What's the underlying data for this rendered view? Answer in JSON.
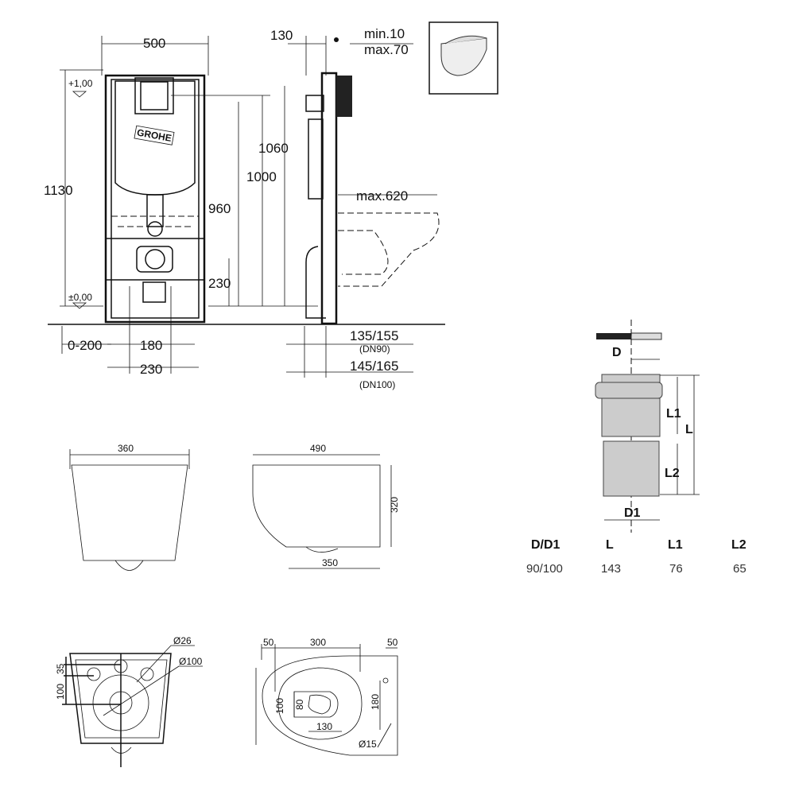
{
  "frame_view": {
    "width_dim": "500",
    "level_top": "+1,00",
    "level_zero": "±0,00",
    "height_total": "1130",
    "height_1000": "1000",
    "height_960": "960",
    "height_230": "230",
    "offset_range": "0-200",
    "spacing_180": "180",
    "spacing_230": "230",
    "logo": "GROHE"
  },
  "side_view": {
    "depth_130": "130",
    "min_label": "min.10",
    "max_label": "max.70",
    "height_1060": "1060",
    "projection": "max.620",
    "dn90_dim": "135/155",
    "dn90_label": "(DN90)",
    "dn100_dim": "145/165",
    "dn100_label": "(DN100)"
  },
  "bowl_front": {
    "width": "360"
  },
  "bowl_side": {
    "length": "490",
    "height": "320",
    "base": "350"
  },
  "bowl_rear": {
    "d26": "Ø26",
    "d100": "Ø100",
    "dim35": "35",
    "dim100": "100"
  },
  "bowl_top": {
    "left50": "50",
    "width300": "300",
    "right50": "50",
    "dim100": "100",
    "dim80": "80",
    "dim130": "130",
    "dim180": "180",
    "d15": "Ø15"
  },
  "pipe": {
    "labels": {
      "d": "D",
      "d1": "D1",
      "l1": "L1",
      "l": "L",
      "l2": "L2"
    },
    "table": {
      "headers": [
        "D/D1",
        "L",
        "L1",
        "L2"
      ],
      "values": [
        "90/100",
        "143",
        "76",
        "65"
      ]
    }
  }
}
